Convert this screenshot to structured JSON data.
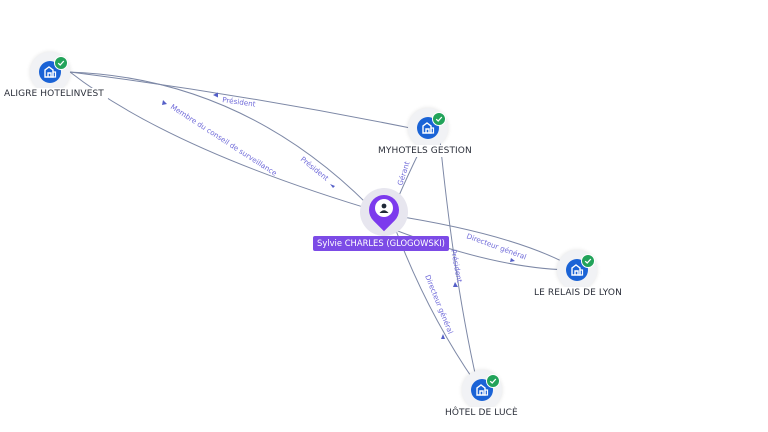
{
  "colors": {
    "company": "#1a63d6",
    "verified": "#22a35a",
    "person": "#7c3aed",
    "edge": "#7d88a6",
    "edge_label": "#6f6ad9"
  },
  "person": {
    "name": "Sylvie CHARLES (GLOGOWSKI)",
    "icon": "person-icon"
  },
  "companies": {
    "aligre": {
      "name": "ALIGRE HOTELINVEST",
      "icon": "building-icon"
    },
    "myhotels": {
      "name": "MYHOTELS GESTION",
      "icon": "building-icon"
    },
    "relais": {
      "name": "LE RELAIS DE LYON",
      "icon": "building-icon"
    },
    "luce": {
      "name": "HÔTEL DE LUCÈ",
      "icon": "building-icon"
    }
  },
  "relations": {
    "aligre_myhotels": "Président",
    "person_aligre_board": "Membre du conseil de surveillance",
    "person_aligre_president": "Président",
    "person_myhotels": "Gérant",
    "person_relais": "Directeur général",
    "myhotels_luce": "Président",
    "person_luce": "Directeur général"
  }
}
